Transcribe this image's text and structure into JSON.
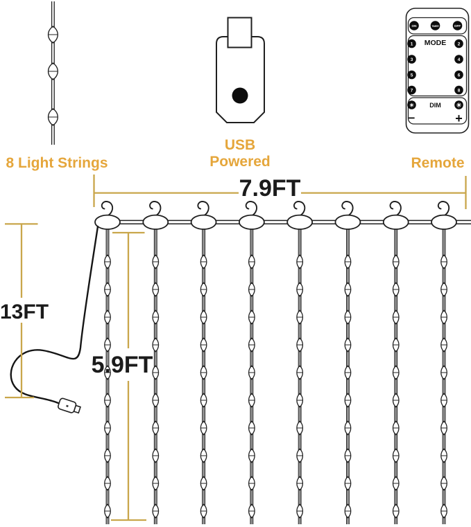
{
  "closeup": {
    "label": "8 Light Strings",
    "bulb_count": 3
  },
  "usb": {
    "label_line1": "USB",
    "label_line2": "Powered"
  },
  "remote": {
    "label": "Remote",
    "power_buttons": [
      "ON",
      "TIMER",
      "OFF"
    ],
    "mode_label": "MODE",
    "mode_buttons": [
      "1",
      "2",
      "3",
      "4",
      "5",
      "6",
      "7",
      "8"
    ],
    "dim_label": "DIM",
    "dim_minus": "−",
    "dim_plus": "+",
    "sun_glyph": "☀"
  },
  "curtain": {
    "strings": 8,
    "bulbs_per_string": 10,
    "width_label": "7.9FT",
    "drop_label": "5.9FT",
    "total_label": "13FT"
  },
  "colors": {
    "gold_line": "#c9a64b",
    "gold_text": "#e5a63b",
    "ink": "#1f1f1f",
    "string_gray": "#8f8f8f",
    "button_black": "#0d0d0d"
  }
}
